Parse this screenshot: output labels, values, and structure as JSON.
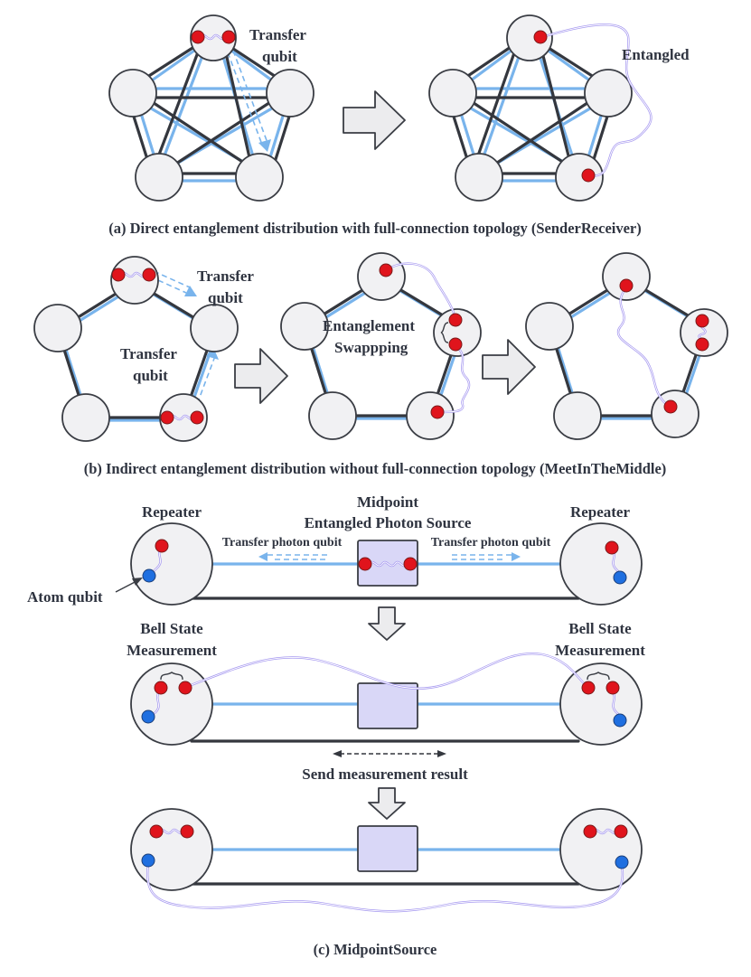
{
  "panel_a": {
    "label_transfer": [
      "Transfer",
      "qubit"
    ],
    "label_entangled": "Entangled",
    "caption": "(a) Direct entanglement distribution with full-connection topology (SenderReceiver)"
  },
  "panel_b": {
    "label_transfer_top": [
      "Transfer",
      "qubit"
    ],
    "label_transfer_mid": [
      "Transfer",
      "qubit"
    ],
    "label_swapping": [
      "Entanglement",
      "Swappping"
    ],
    "caption": "(b) Indirect entanglement distribution without full-connection topology (MeetInTheMiddle)"
  },
  "panel_c": {
    "repeater_left": "Repeater",
    "repeater_right": "Repeater",
    "source_title": [
      "Midpoint",
      "Entangled Photon Source"
    ],
    "transfer_left": "Transfer photon qubit",
    "transfer_right": "Transfer photon qubit",
    "atom_qubit": "Atom qubit",
    "bsm_left": [
      "Bell State",
      "Measurement"
    ],
    "bsm_right": [
      "Bell State",
      "Measurement"
    ],
    "send_result": "Send  measurement result",
    "caption": "(c) MidpointSource"
  },
  "colors": {
    "node_fill": "#f1f1f3",
    "classical_link": "#34373e",
    "quantum_link": "#79b4ec",
    "photon_qubit": "#e0141c",
    "atom_qubit": "#1f6fe0",
    "entanglement": "#a79af0",
    "source_box": "#d9d7f7"
  }
}
